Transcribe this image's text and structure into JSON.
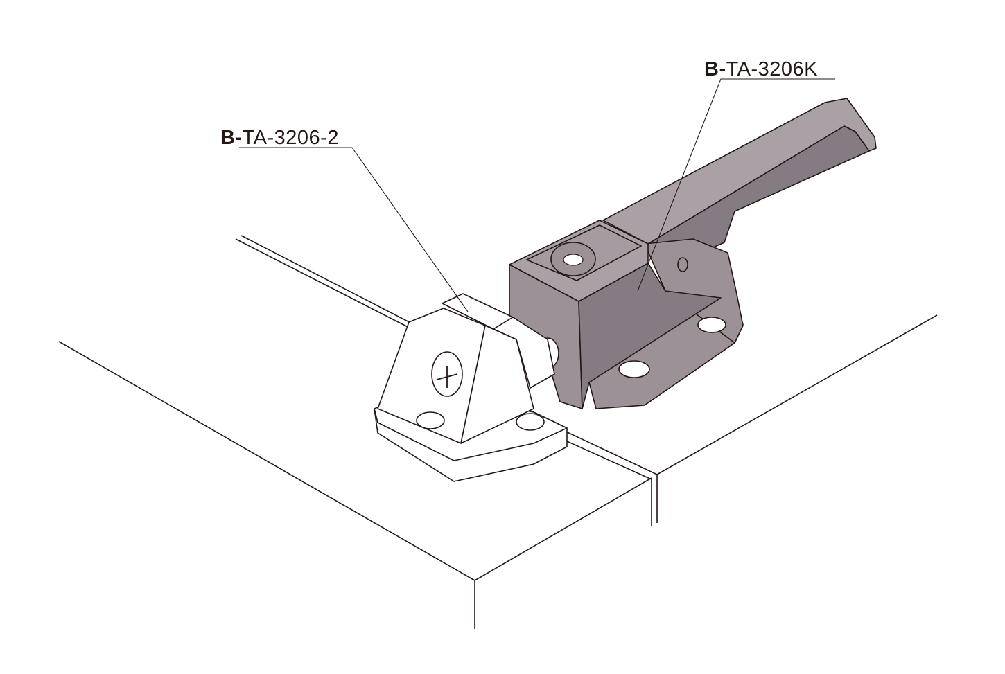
{
  "labels": {
    "latch": {
      "prefix": "B-",
      "code": "TA-3206K"
    },
    "keeper": {
      "prefix": "B-",
      "code": "TA-3206-2"
    }
  },
  "colors": {
    "line": "#231815",
    "latch_body": "#9b9197",
    "latch_body_dark": "#857b82",
    "latch_body_top": "#aaa1a6",
    "keeper_body": "#ffffff",
    "background": "#ffffff"
  }
}
